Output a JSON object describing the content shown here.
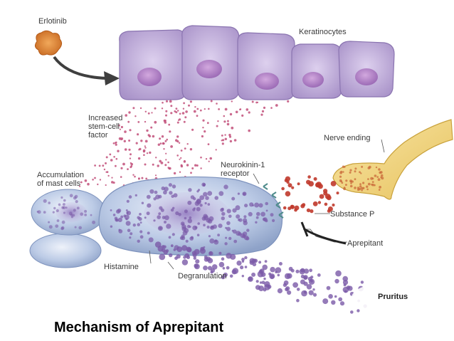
{
  "labels": {
    "erlotinib": "Erlotinib",
    "keratinocytes": "Keratinocytes",
    "increased_scf": [
      "Increased",
      "stem-cell",
      "factor"
    ],
    "nerve_ending": "Nerve ending",
    "nk1_receptor": [
      "Neurokinin-1",
      "receptor"
    ],
    "mast_cells": [
      "Accumulation",
      "of mast cells"
    ],
    "substance_p": "Substance P",
    "aprepitant": "Aprepitant",
    "histamine": "Histamine",
    "degranulation": "Degranulation",
    "pruritus": "Pruritus"
  },
  "caption": "Mechanism of Aprepitant",
  "colors": {
    "keratinocyte": "#c9b8e0",
    "mast_cell": "#b9c8e4",
    "nerve": "#f3d77e",
    "substance_p": "#c0392b",
    "histamine": "#7a5aa8",
    "scf_dots": "#c2507a"
  }
}
